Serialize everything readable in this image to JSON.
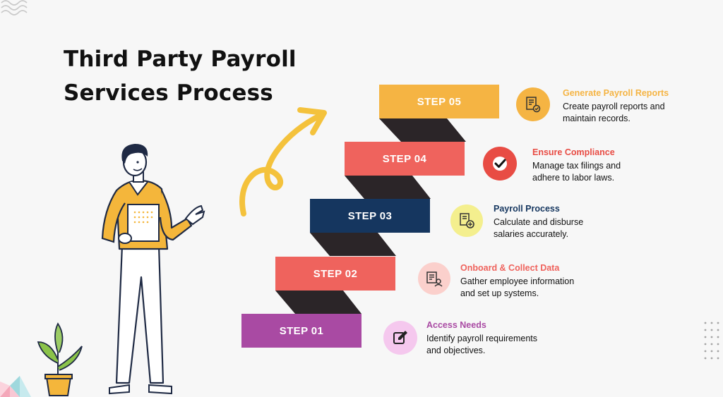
{
  "title": {
    "line1": "Third Party Payroll",
    "line2": "Services Process"
  },
  "steps": [
    {
      "label": "STEP 01",
      "title": "Access Needs",
      "description": "Identify payroll requirements and objectives.",
      "color": "#a94aa3",
      "title_color": "#a94aa3",
      "icon": "edit-icon",
      "icon_bg": "#f5c8ee"
    },
    {
      "label": "STEP 02",
      "title": "Onboard & Collect Data",
      "description": "Gather employee information and set up systems.",
      "color": "#ef635d",
      "title_color": "#ef635d",
      "icon": "data-collect-icon",
      "icon_bg": "#fbd0cc"
    },
    {
      "label": "STEP 03",
      "title": "Payroll Process",
      "description": "Calculate and disburse salaries accurately.",
      "color": "#15365f",
      "title_color": "#15365f",
      "icon": "payroll-process-icon",
      "icon_bg": "#f4ef8e"
    },
    {
      "label": "STEP 04",
      "title": "Ensure Compliance",
      "description": "Manage tax filings and adhere to labor laws.",
      "color": "#ef635d",
      "title_color": "#e84c44",
      "icon": "checkmark-icon",
      "icon_bg": "#e84c44"
    },
    {
      "label": "STEP 05",
      "title": "Generate Payroll Reports",
      "description": "Create payroll reports and maintain records.",
      "color": "#f5b443",
      "title_color": "#f5b443",
      "icon": "report-icon",
      "icon_bg": "#f5b443"
    }
  ],
  "colors": {
    "connector": "#2b2528",
    "arrow": "#f4c23c",
    "shirt": "#f4b63b",
    "outline": "#1f2a44"
  }
}
